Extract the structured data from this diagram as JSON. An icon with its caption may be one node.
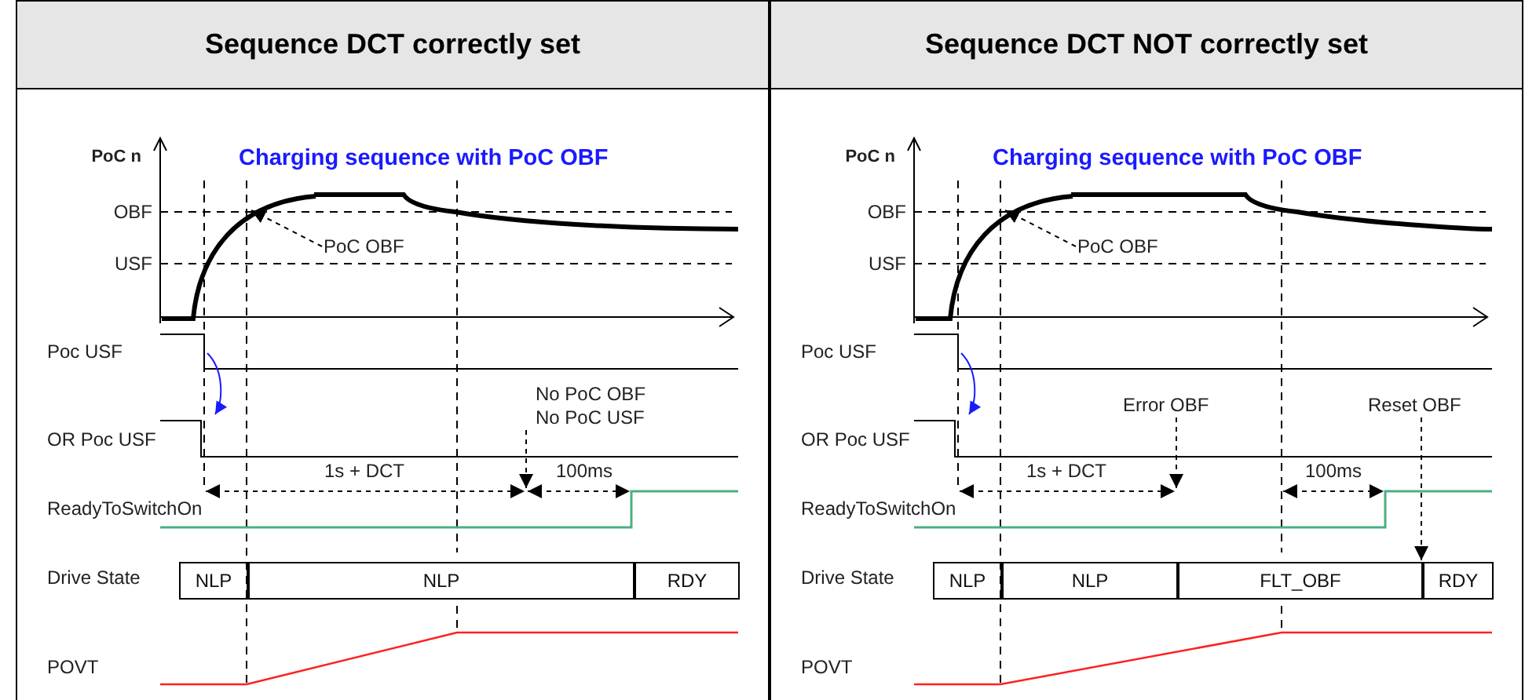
{
  "diagram": {
    "nodes": [
      {
        "text": [
          "Sequence DCT correctly set"
        ]
      },
      {
        "text": [],
        "shape": "curve",
        "in": 0
      },
      {
        "text": [
          "PoC OBF"
        ],
        "in": 0
      },
      {
        "text": [
          "No PoC OBF No PoC USF"
        ],
        "in": 0
      },
      {
        "text": [
          "NLP"
        ],
        "in": 0
      },
      {
        "text": [
          "NLP"
        ],
        "in": 0
      },
      {
        "text": [
          "RDY"
        ],
        "in": 0
      },
      {
        "text": [
          "Sequence DCT NOT correctly set"
        ]
      },
      {
        "text": [],
        "shape": "curve",
        "in": 7
      },
      {
        "text": [
          "PoC OBF"
        ],
        "in": 7
      },
      {
        "text": [
          "Error OBF"
        ],
        "in": 7
      },
      {
        "text": [
          "Reset OBF"
        ],
        "in": 7
      },
      {
        "text": [
          "NLP"
        ],
        "in": 7
      },
      {
        "text": [
          "NLP"
        ],
        "in": 7
      },
      {
        "text": [
          "FLT_OBF"
        ],
        "in": 7
      },
      {
        "text": [
          "RDY"
        ],
        "in": 7
      }
    ],
    "edges": [
      {
        "from": 2,
        "to": 1,
        "arrow": "to",
        "style": "dashed"
      },
      {
        "from": 3,
        "to": null,
        "arrow": "to",
        "style": "dashed"
      },
      {
        "from": 9,
        "to": 8,
        "arrow": "to",
        "style": "dashed"
      },
      {
        "from": 10,
        "to": null,
        "arrow": "to",
        "style": "dashed"
      },
      {
        "from": 11,
        "to": 15,
        "arrow": "to",
        "style": "dashed"
      }
    ],
    "labels": [
      "PoC n",
      "Charging sequence with PoC OBF",
      "OBF",
      "USF",
      "Poc USF",
      "OR Poc USF",
      "1s + DCT",
      "100ms",
      "ReadyToSwitchOn",
      "Drive State",
      "POVT",
      "PoC n",
      "Charging sequence with PoC OBF",
      "OBF",
      "USF",
      "Poc USF",
      "OR Poc USF",
      "1s + DCT",
      "100ms",
      "ReadyToSwitchOn",
      "Drive State",
      "POVT"
    ]
  }
}
